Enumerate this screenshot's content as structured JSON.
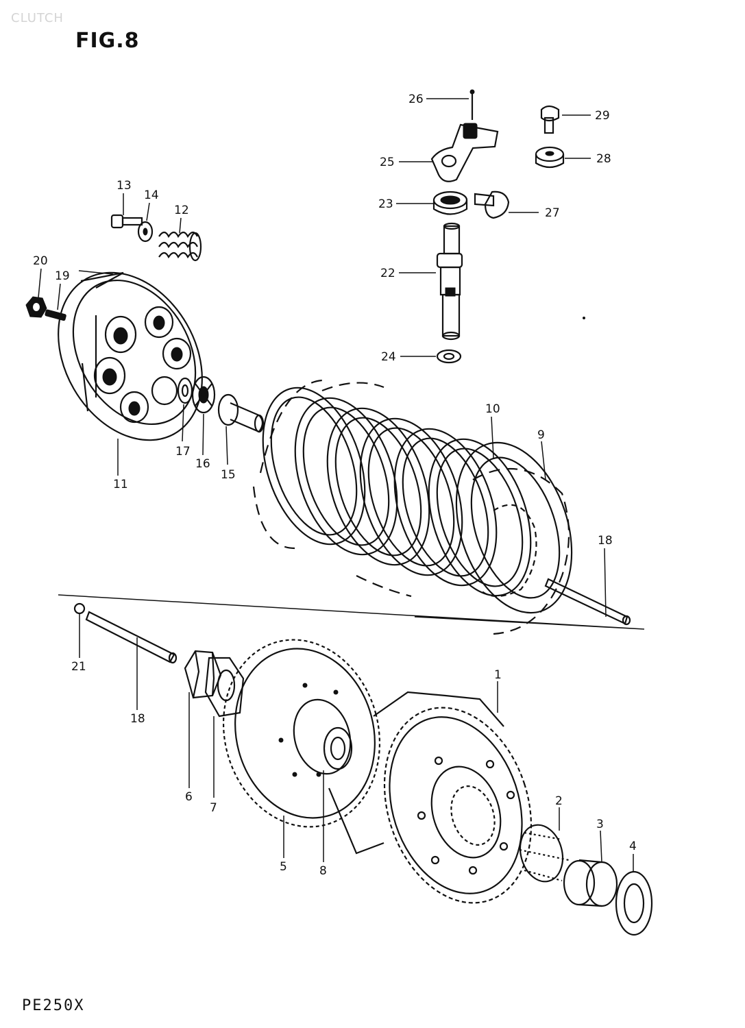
{
  "header": {
    "watermark": "CLUTCH",
    "figure": "FIG.8"
  },
  "footer": {
    "model": "PE250X"
  },
  "callouts": [
    {
      "id": "c26",
      "label": "26"
    },
    {
      "id": "c29",
      "label": "29"
    },
    {
      "id": "c25",
      "label": "25"
    },
    {
      "id": "c28",
      "label": "28"
    },
    {
      "id": "c23",
      "label": "23"
    },
    {
      "id": "c27",
      "label": "27"
    },
    {
      "id": "c22",
      "label": "22"
    },
    {
      "id": "c24",
      "label": "24"
    },
    {
      "id": "c13",
      "label": "13"
    },
    {
      "id": "c14",
      "label": "14"
    },
    {
      "id": "c12",
      "label": "12"
    },
    {
      "id": "c20",
      "label": "20"
    },
    {
      "id": "c19",
      "label": "19"
    },
    {
      "id": "c11",
      "label": "11"
    },
    {
      "id": "c17",
      "label": "17"
    },
    {
      "id": "c16",
      "label": "16"
    },
    {
      "id": "c15",
      "label": "15"
    },
    {
      "id": "c10",
      "label": "10"
    },
    {
      "id": "c9",
      "label": "9"
    },
    {
      "id": "c18a",
      "label": "18"
    },
    {
      "id": "c21",
      "label": "21"
    },
    {
      "id": "c18b",
      "label": "18"
    },
    {
      "id": "c1",
      "label": "1"
    },
    {
      "id": "c6",
      "label": "6"
    },
    {
      "id": "c7",
      "label": "7"
    },
    {
      "id": "c5",
      "label": "5"
    },
    {
      "id": "c8",
      "label": "8"
    },
    {
      "id": "c2",
      "label": "2"
    },
    {
      "id": "c3",
      "label": "3"
    },
    {
      "id": "c4",
      "label": "4"
    }
  ]
}
